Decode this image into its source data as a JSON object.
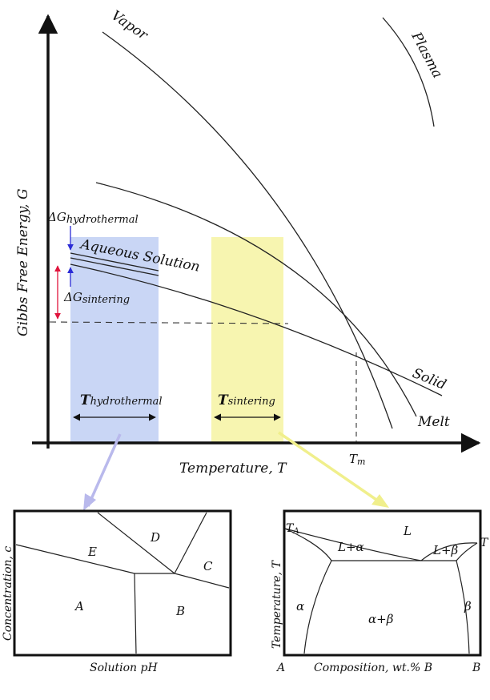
{
  "main_diagram": {
    "y_axis_label": "Gibbs Free Energy, G",
    "x_axis_label": "Temperature, T",
    "curves": {
      "vapor": "Vapor",
      "plasma": "Plasma",
      "aqueous": "Aqueous Solution",
      "solid": "Solid",
      "melt": "Melt"
    },
    "delta_hydro": {
      "symbol": "ΔG",
      "sub": "hydrothermal",
      "color": "#2b2bd6"
    },
    "delta_sinter": {
      "symbol": "ΔG",
      "sub": "sintering",
      "color": "#e0143c"
    },
    "t_hydro": {
      "symbol": "T",
      "sub": "hydrothermal"
    },
    "t_sinter": {
      "symbol": "T",
      "sub": "sintering"
    },
    "tm": {
      "symbol": "T",
      "sub": "m"
    },
    "band_colors": {
      "hydrothermal": "#c9d6f5",
      "sintering": "#f7f5b0"
    },
    "pointer_colors": {
      "hydrothermal": "#b9b9ec",
      "sintering": "#f0ef8c"
    }
  },
  "ph_diagram": {
    "y_axis_label": "Concentration, c",
    "x_axis_label": "Solution pH",
    "regions": {
      "a": "A",
      "b": "B",
      "c": "C",
      "d": "D",
      "e": "E"
    }
  },
  "phase_diagram": {
    "y_axis_label": "Temperature, T",
    "x_axis_label": "Composition, wt.% B",
    "left_component": "A",
    "right_component": "B",
    "ta": {
      "symbol": "T",
      "sub": "A"
    },
    "tb": {
      "symbol": "T",
      "sub": ""
    },
    "regions": {
      "liquid": "L",
      "l_alpha": "L+α",
      "l_beta": "L+β",
      "alpha": "α",
      "beta": "β",
      "alpha_beta": "α+β"
    }
  }
}
